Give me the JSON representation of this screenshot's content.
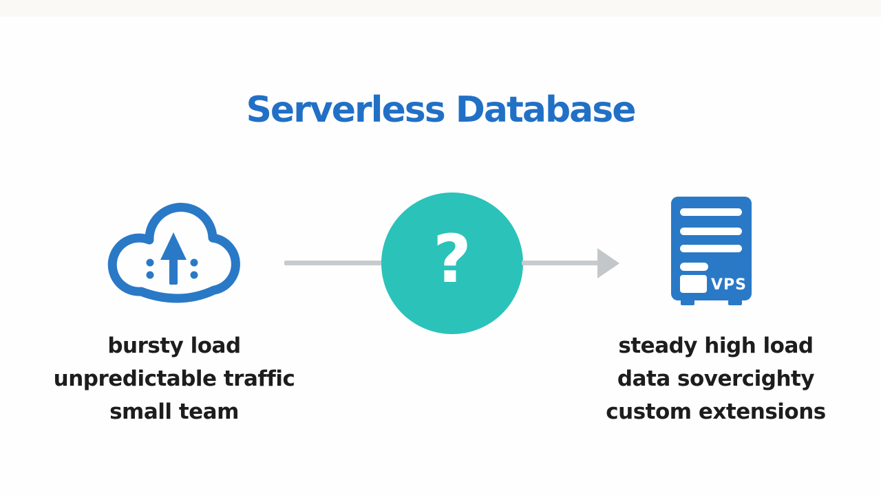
{
  "title": "Serverless Database",
  "colors": {
    "title_blue": "#2170c6",
    "icon_blue": "#2a79c6",
    "teal": "#2bc2ba",
    "arrow_gray": "#c8cbcd",
    "text_dark": "#1d1d1d"
  },
  "center": {
    "question_mark": "?"
  },
  "left": {
    "icon": "cloud-upload-icon",
    "lines": {
      "0": "bursty load",
      "1": "unpredictable traffic",
      "2": "small team"
    }
  },
  "right": {
    "icon": "vps-server-icon",
    "server_label": "VPS",
    "lines": {
      "0": "steady high load",
      "1": "data sovercighty",
      "2": "custom extensions"
    }
  }
}
